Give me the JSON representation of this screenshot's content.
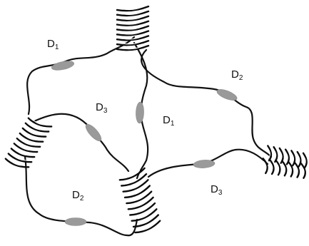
{
  "labels": [
    {
      "base": "D",
      "sub": "1"
    },
    {
      "base": "D",
      "sub": "2"
    },
    {
      "base": "D",
      "sub": "3"
    },
    {
      "base": "D",
      "sub": "1"
    },
    {
      "base": "D",
      "sub": "2"
    },
    {
      "base": "D",
      "sub": "3"
    }
  ],
  "colors": {
    "strand": "#111111",
    "domain": "#9a9a9a",
    "coil": "#0b0b0b",
    "background": "#ffffff"
  }
}
